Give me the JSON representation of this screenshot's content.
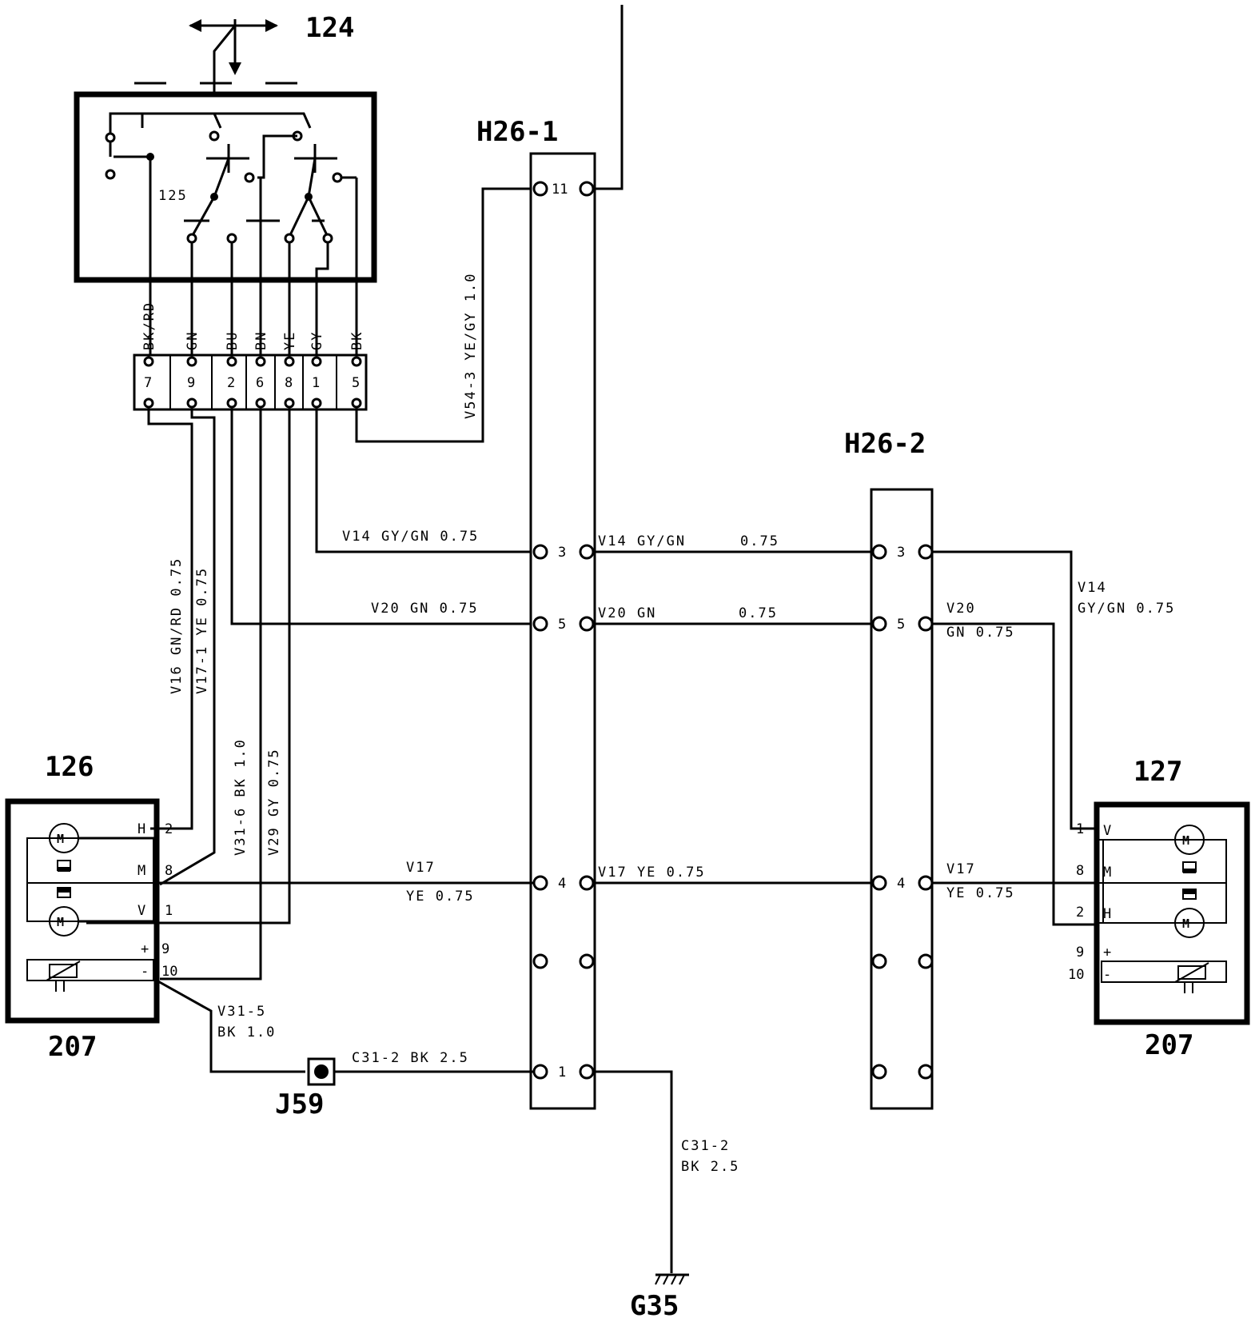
{
  "components": {
    "switch": "124",
    "switch_inner": "125",
    "mirror_left": "126",
    "mirror_right": "127",
    "heater_left": "207",
    "heater_right": "207",
    "connector_1": "H26-1",
    "connector_2": "H26-2",
    "splice": "J59",
    "ground": "G35"
  },
  "switch_connector": {
    "pins": [
      "7",
      "9",
      "2",
      "6",
      "8",
      "1",
      "5"
    ],
    "colors": [
      "BK/RD",
      "GN",
      "BU",
      "BN",
      "YE",
      "GY",
      "BK"
    ]
  },
  "h26_1_pins": {
    "p11": "11",
    "p3": "3",
    "p5": "5",
    "p4": "4",
    "p1": "1"
  },
  "h26_2_pins": {
    "p3": "3",
    "p5": "5",
    "p4": "4"
  },
  "wires": {
    "v54": "V54-3  YE/GY 1.0",
    "v16": "V16 GN/RD 0.75",
    "v17_1": "V17-1  YE 0.75",
    "v31_6": "V31-6  BK 1.0",
    "v29": "V29    GY 0.75",
    "v14_in": "V14 GY/GN 0.75",
    "v20_in": "V20  GN  0.75",
    "v17_in_a": "V17",
    "v17_in_b": "YE  0.75",
    "v14_mid_a": "V14 GY/GN",
    "v14_mid_b": "0.75",
    "v20_mid_a": "V20 GN",
    "v20_mid_b": "0.75",
    "v17_mid": "V17 YE 0.75",
    "v20_out_a": "V20",
    "v20_out_b": "GN 0.75",
    "v14_out_a": "V14",
    "v14_out_b": "GY/GN 0.75",
    "v17_out_a": "V17",
    "v17_out_b": "YE 0.75",
    "v31_5_a": "V31-5",
    "v31_5_b": "BK 1.0",
    "c31_2": "C31-2  BK 2.5",
    "c31_2_gnd_a": "C31-2",
    "c31_2_gnd_b": "BK 2.5"
  },
  "mirror_left_pins": {
    "h_letter": "H",
    "h": "2",
    "m_letter": "M",
    "m": "8",
    "v_letter": "V",
    "v": "1",
    "plus_sign": "+",
    "plus": "9",
    "minus_sign": "-",
    "minus": "10"
  },
  "mirror_right_pins": {
    "v_letter": "V",
    "v": "1",
    "m_letter": "M",
    "m": "8",
    "h_letter": "H",
    "h": "2",
    "plus_sign": "+",
    "plus": "9",
    "minus_sign": "-",
    "minus": "10"
  },
  "motor_symbol": "M"
}
